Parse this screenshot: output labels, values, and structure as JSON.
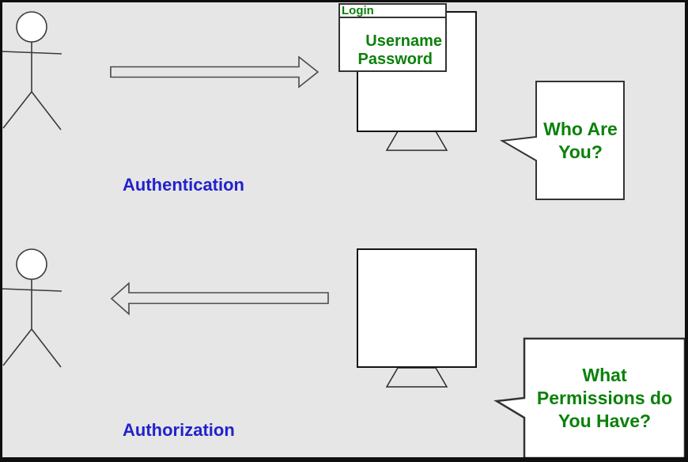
{
  "diagram": {
    "background_color": "#e6e6e6",
    "frame_color": "#0f0f0f",
    "text_colors": {
      "green": "#0b810b",
      "blue": "#2222cc"
    },
    "top_section": {
      "label": "Authentication",
      "arrow_direction": "right",
      "login_window": {
        "title": "Login",
        "fields": [
          "Username",
          "Password"
        ]
      },
      "speech_bubble": {
        "text": "Who Are You?",
        "lines": [
          "Who Are",
          "You?"
        ]
      }
    },
    "bottom_section": {
      "label": "Authorization",
      "arrow_direction": "left",
      "speech_bubble": {
        "text": "What Permissions do You Have?",
        "lines": [
          "What",
          "Permissions do",
          "You Have?"
        ]
      }
    }
  }
}
